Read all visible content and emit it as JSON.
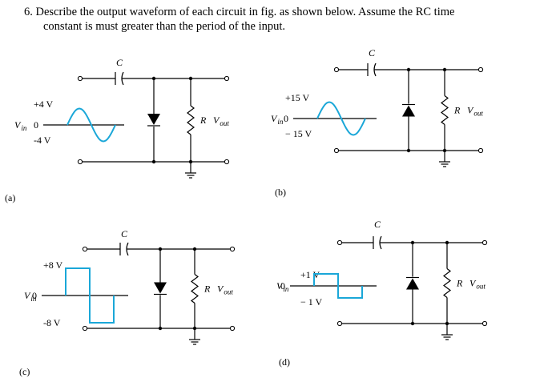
{
  "question": {
    "number": "6.",
    "line1": "Describe the output waveform of each circuit in fig. as shown below. Assume the RC time",
    "line2": "constant is must greater than the period of the input."
  },
  "labels": {
    "capacitor": "C",
    "resistor": "R",
    "vout_main": "V",
    "vout_sub": "out",
    "vin_main": "V",
    "vin_sub": "in",
    "zero": "0"
  },
  "circuits": [
    {
      "id": "a",
      "label": "(a)",
      "pos_level": "+4 V",
      "neg_level": "-4 V",
      "input": "sine",
      "diode": "down"
    },
    {
      "id": "b",
      "label": "(b)",
      "pos_level": "+15 V",
      "neg_level": "− 15 V",
      "input": "sine",
      "diode": "up"
    },
    {
      "id": "c",
      "label": "(c)",
      "pos_level": "+8 V",
      "neg_level": "-8 V",
      "input": "square",
      "diode": "down"
    },
    {
      "id": "d",
      "label": "(d)",
      "pos_level": "+1 V",
      "neg_level": "− 1 V",
      "input": "square",
      "diode": "up"
    }
  ],
  "colors": {
    "waveform": "#1aa7d8",
    "wire": "#000000"
  }
}
